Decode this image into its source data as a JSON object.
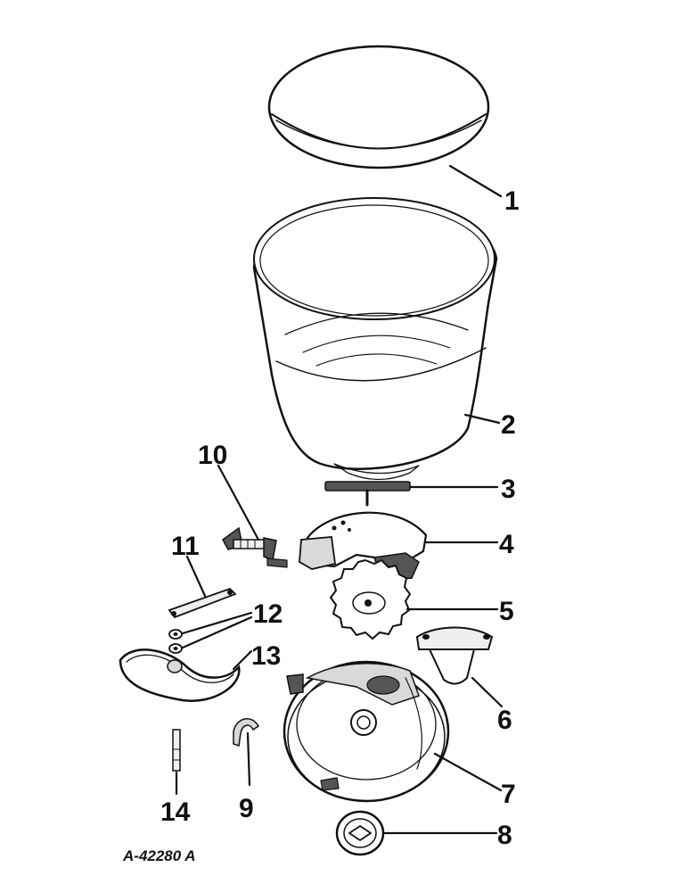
{
  "figure_ref": "A-42280 A",
  "callouts": [
    {
      "id": "1",
      "label": "1"
    },
    {
      "id": "2",
      "label": "2"
    },
    {
      "id": "3",
      "label": "3"
    },
    {
      "id": "4",
      "label": "4"
    },
    {
      "id": "5",
      "label": "5"
    },
    {
      "id": "6",
      "label": "6"
    },
    {
      "id": "7",
      "label": "7"
    },
    {
      "id": "8",
      "label": "8"
    },
    {
      "id": "9",
      "label": "9"
    },
    {
      "id": "10",
      "label": "10"
    },
    {
      "id": "11",
      "label": "11"
    },
    {
      "id": "12",
      "label": "12"
    },
    {
      "id": "13",
      "label": "13"
    },
    {
      "id": "14",
      "label": "14"
    }
  ]
}
